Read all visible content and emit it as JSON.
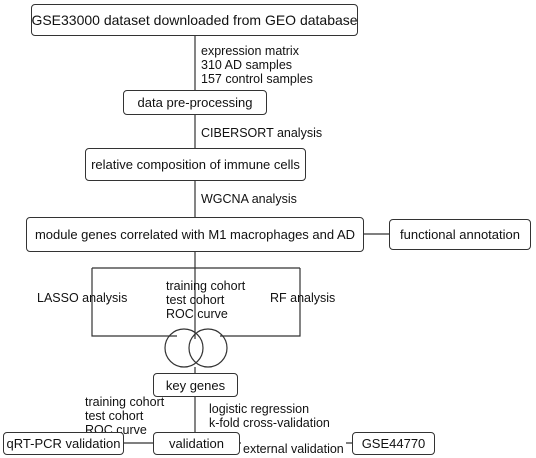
{
  "boxes": {
    "source": "GSE33000 dataset downloaded from GEO database",
    "preprocess": "data pre-processing",
    "composition": "relative composition of immune cells",
    "module": "module genes correlated with M1 macrophages and AD",
    "functional": "functional annotation",
    "key_genes": "key genes",
    "validation": "validation",
    "qrtpcr": "qRT-PCR validation",
    "external_set": "GSE44770"
  },
  "labels": {
    "matrix": [
      "expression matrix",
      "310 AD samples",
      "157 control samples"
    ],
    "cibersort": "CIBERSORT analysis",
    "wgcna": "WGCNA analysis",
    "lasso": "LASSO analysis",
    "middle_methods": [
      "training cohort",
      "test cohort",
      "ROC curve"
    ],
    "rf": "RF analysis",
    "left_methods": [
      "training cohort",
      "test cohort",
      "ROC curve"
    ],
    "regression": [
      "logistic regression",
      "k-fold cross-validation"
    ],
    "external_validation": "external validation"
  }
}
